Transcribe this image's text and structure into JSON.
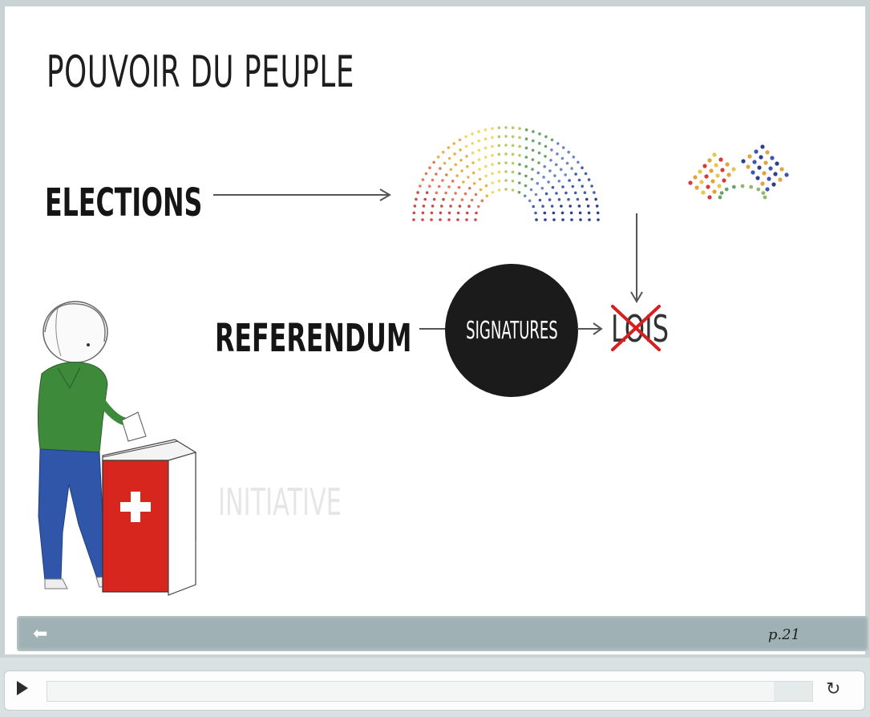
{
  "slide": {
    "title": "POUVOIR DU PEUPLE",
    "elections_label": "ELECTIONS",
    "referendum_label": "REFERENDUM",
    "initiative_label": "INITIATIVE",
    "signatures_label": "SIGNATURES",
    "lois_label": "LOIS"
  },
  "nav": {
    "page": "p.21",
    "back_icon": "back-arrow-icon"
  },
  "player": {
    "play_icon": "play-icon",
    "replay_icon": "replay-icon",
    "progress": 0.0
  },
  "colors": {
    "circle": "#1b1b1b",
    "cross": "#d81e1e",
    "bar": "#9fb1b4",
    "swiss_red": "#d7261e"
  }
}
